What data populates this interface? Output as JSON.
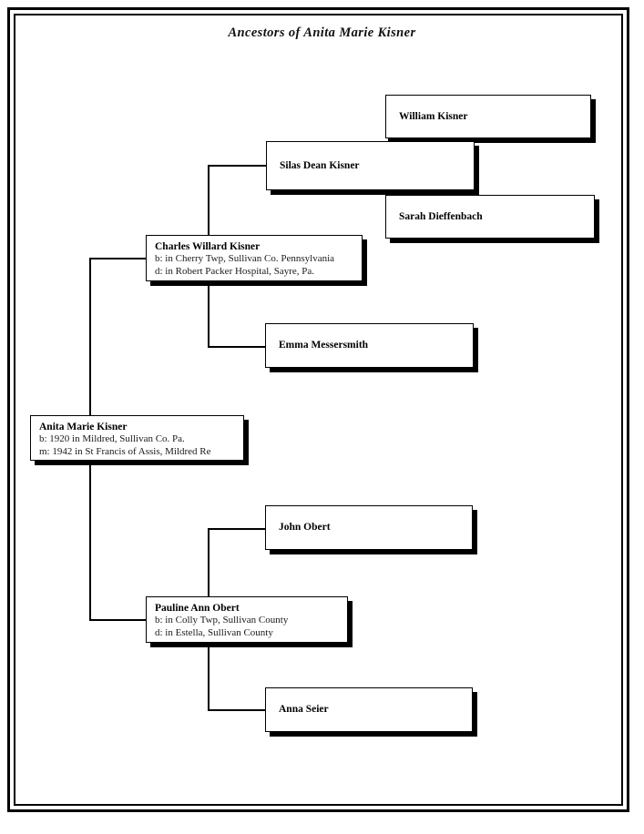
{
  "chart": {
    "title": "Ancestors of Anita Marie Kisner",
    "type": "genealogy-ancestor-chart",
    "generations": 3
  },
  "people": {
    "anita_marie_kisner": {
      "name": "Anita Marie Kisner",
      "birth": "b: 1920 in Mildred,  Sullivan Co.  Pa.",
      "marriage": "m: 1942 in St Francis of Assis,  Mildred    Re"
    },
    "charles_willard_kisner": {
      "name": "Charles Willard Kisner",
      "birth": "b: in Cherry Twp, Sullivan Co.  Pennsylvania",
      "death": "d: in Robert Packer Hospital,  Sayre, Pa."
    },
    "pauline_ann_obert": {
      "name": "Pauline Ann Obert",
      "birth": "b: in Colly Twp, Sullivan County",
      "death": "d: in Estella,  Sullivan County"
    },
    "silas_dean_kisner": {
      "name": "Silas Dean Kisner"
    },
    "emma_messersmith": {
      "name": "Emma Messersmith"
    },
    "john_obert": {
      "name": "John Obert"
    },
    "anna_seier": {
      "name": "Anna Seier"
    },
    "william_kisner": {
      "name": "William Kisner"
    },
    "sarah_dieffenbach": {
      "name": "Sarah Dieffenbach"
    }
  },
  "colors": {
    "line": "#000000",
    "box_border": "#000000",
    "box_fill": "#ffffff",
    "shadow": "#000000",
    "text": "#000000",
    "page_background": "#ffffff"
  }
}
